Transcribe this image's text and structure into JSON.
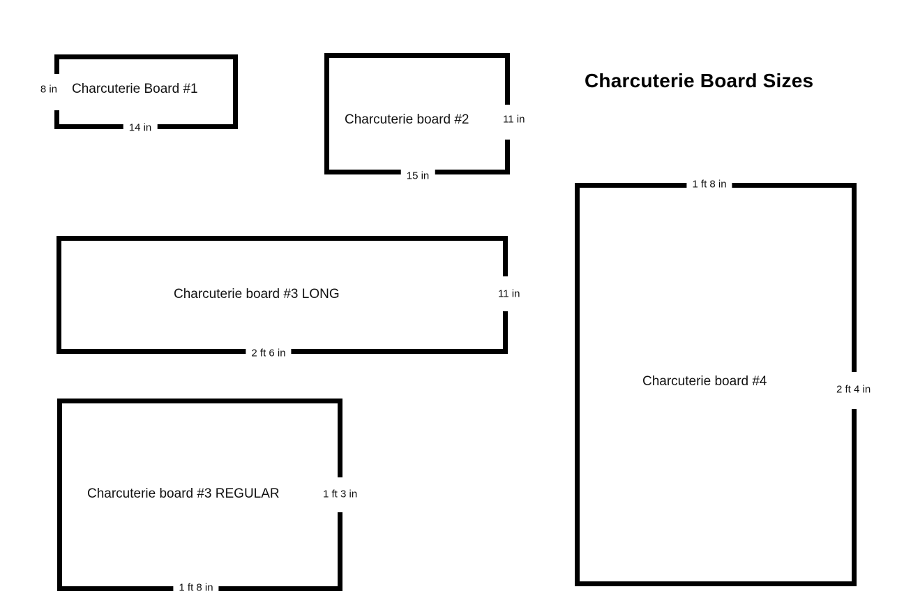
{
  "page": {
    "title": "Charcuterie Board Sizes",
    "background_color": "#ffffff",
    "stroke_color": "#000000",
    "text_color": "#111111"
  },
  "boards": [
    {
      "id": "board-1",
      "name": "Charcuterie Board #1",
      "height_label": "8 in",
      "width_label": "14 in",
      "height_label_side": "left",
      "width_label_side": "bottom"
    },
    {
      "id": "board-2",
      "name": "Charcuterie board #2",
      "height_label": "11 in",
      "width_label": "15 in",
      "height_label_side": "right",
      "width_label_side": "bottom"
    },
    {
      "id": "board-3-long",
      "name": "Charcuterie board #3 LONG",
      "height_label": "11 in",
      "width_label": "2 ft 6 in",
      "height_label_side": "right",
      "width_label_side": "bottom"
    },
    {
      "id": "board-3-regular",
      "name": "Charcuterie board #3 REGULAR",
      "height_label": "1 ft 3 in",
      "width_label": "1 ft 8 in",
      "height_label_side": "right",
      "width_label_side": "bottom"
    },
    {
      "id": "board-4",
      "name": "Charcuterie board #4",
      "height_label": "2 ft 4 in",
      "width_label": "1 ft 8 in",
      "height_label_side": "right",
      "width_label_side": "top"
    }
  ]
}
